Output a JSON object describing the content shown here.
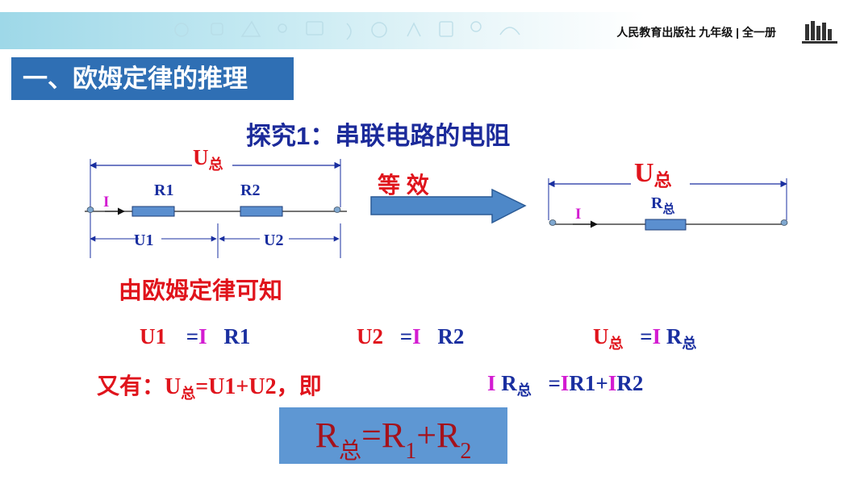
{
  "header": {
    "publisher": "人民教育出版社 九年级 | 全一册"
  },
  "section_title": "一、欧姆定律的推理",
  "subtitle": "探究1：串联电路的电阻",
  "circuit_left": {
    "total_voltage": "U",
    "total_sub": "总",
    "current": "I",
    "r1": "R1",
    "r2": "R2",
    "u1": "U1",
    "u2": "U2"
  },
  "equivalent_label": "等 效",
  "circuit_right": {
    "total_voltage": "U",
    "total_sub": "总",
    "current": "I",
    "resistor": "R",
    "resistor_sub": "总"
  },
  "ohm_law_note": "由欧姆定律可知",
  "equations": {
    "eq1": {
      "left": "U1",
      "eq": "=",
      "i": "I",
      "r": "R1"
    },
    "eq2": {
      "left": "U2",
      "eq": "=",
      "i": "I",
      "r": "R2"
    },
    "eq3": {
      "left": "U",
      "left_sub": "总",
      "eq": "=",
      "i": "I",
      "r": "R",
      "r_sub": "总"
    }
  },
  "also_line": {
    "prefix": "又有：",
    "u": "U",
    "u_sub": "总",
    "rest": "=U1+U2，即"
  },
  "derived": {
    "i": "I",
    "r": "R",
    "r_sub": "总",
    "eq": "=",
    "i1": "I",
    "r1": "R1+",
    "i2": "I",
    "r2": "R2"
  },
  "result": {
    "r": "R",
    "r_sub": "总",
    "eq": "=R",
    "sub1": "1",
    "plus": "+R",
    "sub2": "2"
  }
}
